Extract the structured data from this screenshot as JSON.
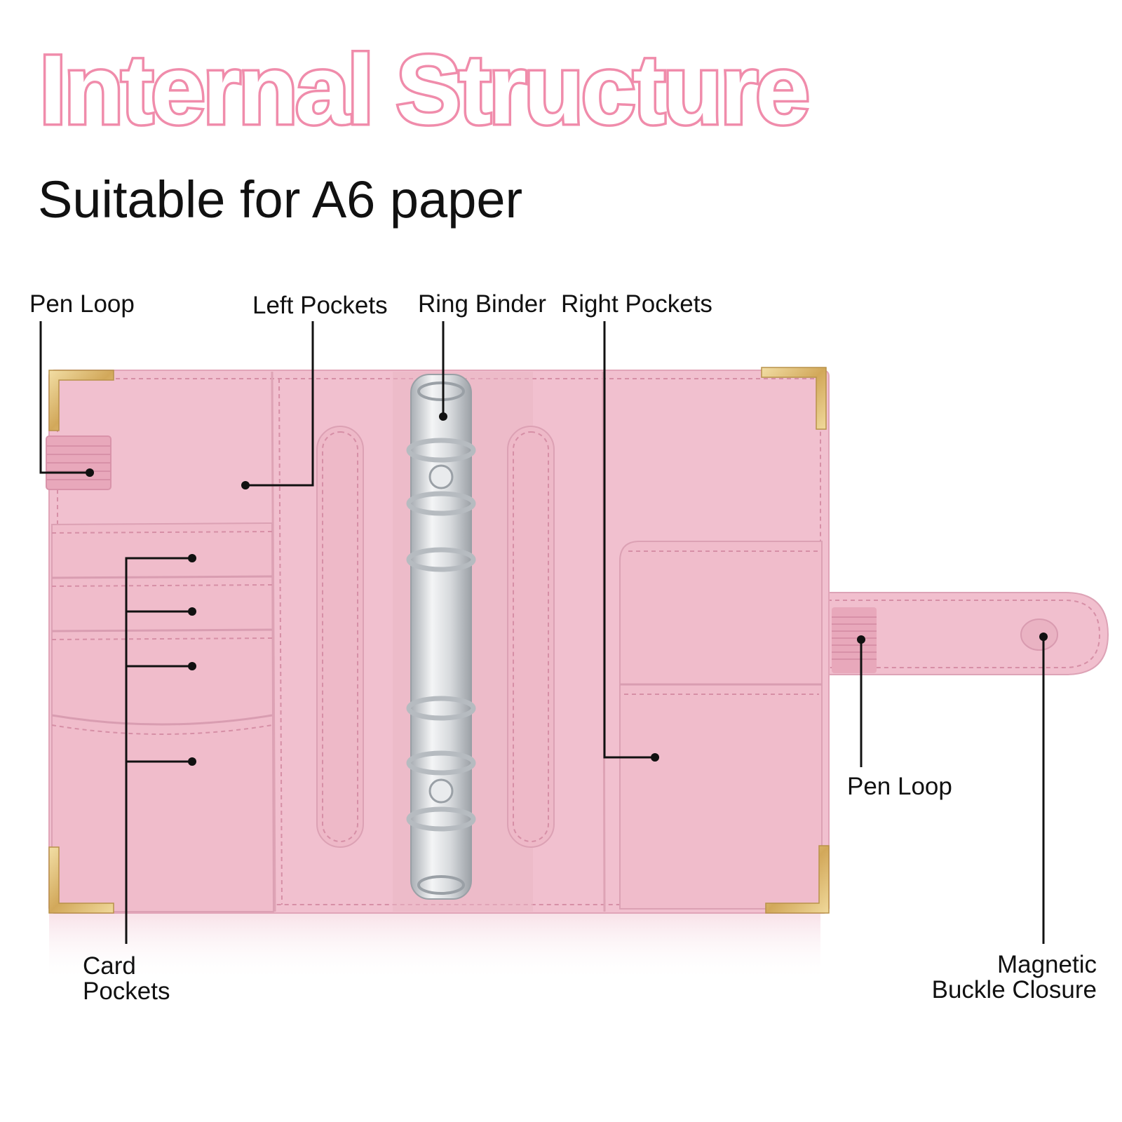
{
  "header": {
    "title": "Internal Structure",
    "subtitle": "Suitable for A6 paper"
  },
  "callouts": {
    "pen_loop_left": "Pen Loop",
    "left_pockets": "Left Pockets",
    "ring_binder": "Ring Binder",
    "right_pockets": "Right Pockets",
    "pen_loop_right": "Pen Loop",
    "card_pockets": [
      "Card",
      "Pockets"
    ],
    "magnetic_closure": [
      "Magnetic",
      "Buckle Closure"
    ]
  },
  "colors": {
    "title_outline": "#f08cab",
    "leather": "#f1c0cf",
    "leather_shade": "#e9aebf",
    "stitch": "#d68fa6",
    "gold": "#d8b46a",
    "rings": "#c9cdd2",
    "leader": "#111111"
  }
}
